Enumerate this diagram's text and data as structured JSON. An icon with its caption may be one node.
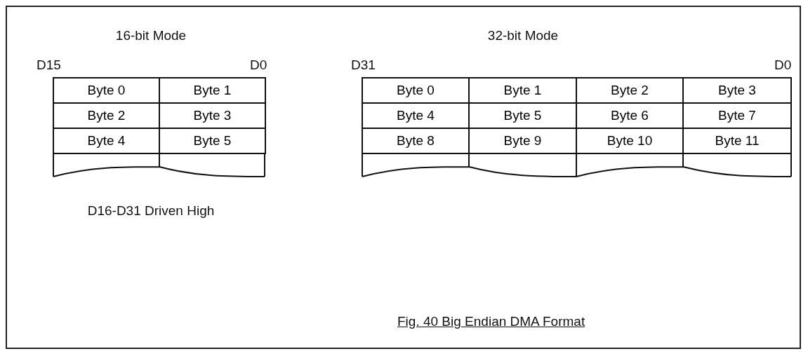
{
  "diagram": {
    "caption": "Fig. 40 Big Endian DMA Format",
    "labels": [
      "16-bit Mode",
      "D15",
      "D0",
      "Byte 0",
      "Byte 1",
      "Byte 2",
      "Byte 3",
      "Byte 4",
      "Byte 5",
      "D16-D31 Driven High",
      "32-bit Mode",
      "D31",
      "D0",
      "Byte 0",
      "Byte 1",
      "Byte 2",
      "Byte 3",
      "Byte 4",
      "Byte 5",
      "Byte 6",
      "Byte 7",
      "Byte 8",
      "Byte 9",
      "Byte 10",
      "Byte 11"
    ]
  }
}
